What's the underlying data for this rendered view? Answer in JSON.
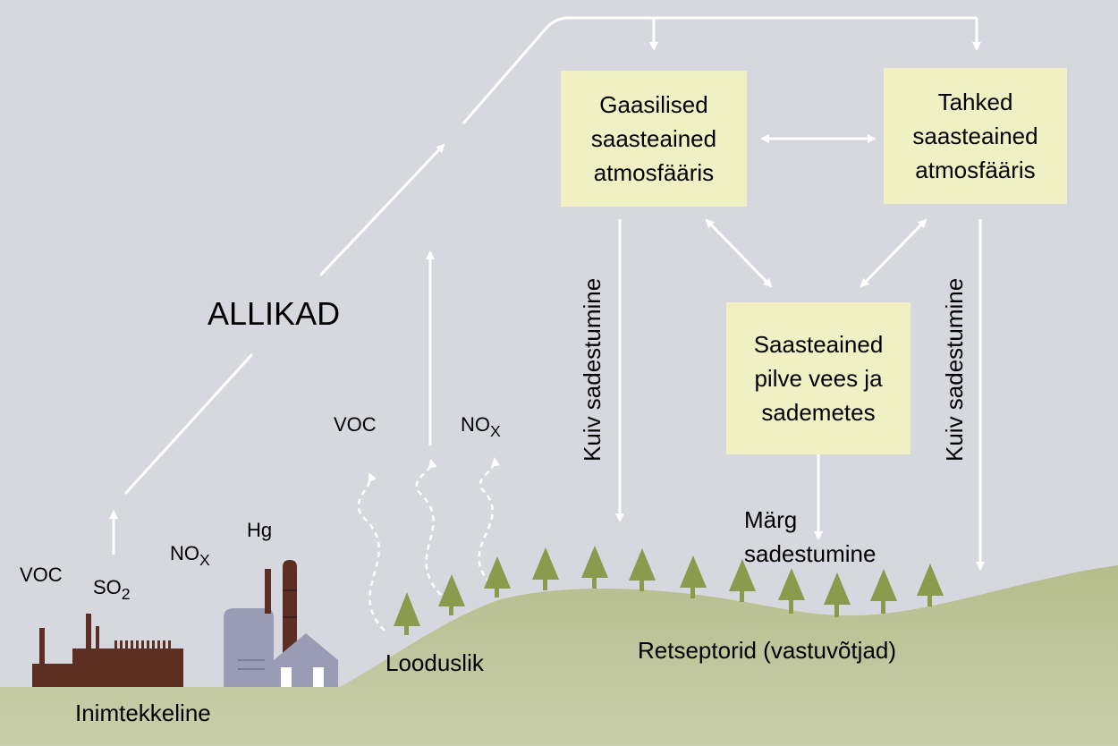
{
  "sources_title": "ALLIKAD",
  "boxes": {
    "gaseous": [
      "Gaasilised",
      "saasteained",
      "atmosfääris"
    ],
    "solid": [
      "Tahked",
      "saasteained",
      "atmosfääris"
    ],
    "cloud": [
      "Saasteained",
      "pilve vees ja",
      "sademetes"
    ]
  },
  "deposition": {
    "dry_left": "Kuiv sadestumine",
    "dry_right": "Kuiv sadestumine",
    "wet_line1": "Märg",
    "wet_line2": "sadestumine"
  },
  "ground": {
    "anthropogenic": "Inimtekkeline",
    "natural": "Looduslik",
    "receptors": "Retseptorid (vastuvõtjad)"
  },
  "emissions": {
    "anthro_voc": "VOC",
    "so": "SO",
    "so_sub": "2",
    "anthro_no": "NO",
    "anthro_no_sub": "X",
    "hg": "Hg",
    "natural_voc": "VOC",
    "natural_no": "NO",
    "natural_no_sub": "X"
  },
  "colors": {
    "background": "#d7d8df",
    "box_fill": "#f0f0c4",
    "hill": "#b5bd8c",
    "tree": "#8c9a4e",
    "factory": "#5c2f22",
    "building": "#9a9bb5",
    "arrow": "#ffffff"
  }
}
